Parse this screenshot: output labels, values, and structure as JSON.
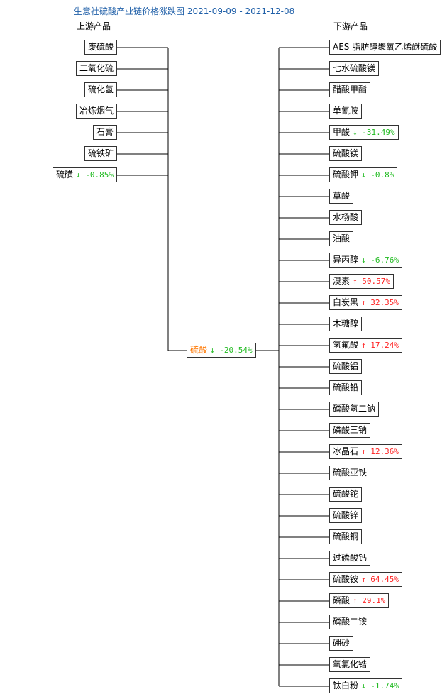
{
  "title": "生意社硫酸产业链价格涨跌图 2021-09-09 - 2021-12-08",
  "upstream_header": "上游产品",
  "downstream_header": "下游产品",
  "center": {
    "name": "硫酸",
    "dir": "down",
    "arrow": "↓",
    "change": "-20.54%"
  },
  "upstream": [
    {
      "name": "废硫酸"
    },
    {
      "name": "二氧化硫"
    },
    {
      "name": "硫化氢"
    },
    {
      "name": "冶炼烟气"
    },
    {
      "name": "石膏"
    },
    {
      "name": "硫铁矿"
    },
    {
      "name": "硫磺",
      "dir": "down",
      "arrow": "↓",
      "change": "-0.85%"
    }
  ],
  "downstream": [
    {
      "name": "AES 脂肪醇聚氧乙烯醚硫酸"
    },
    {
      "name": "七水硫酸镁"
    },
    {
      "name": "醋酸甲酯"
    },
    {
      "name": "单氰胺"
    },
    {
      "name": "甲酸",
      "dir": "down",
      "arrow": "↓",
      "change": "-31.49%"
    },
    {
      "name": "硫酸镁"
    },
    {
      "name": "硫酸钾",
      "dir": "down",
      "arrow": "↓",
      "change": "-0.8%"
    },
    {
      "name": "草酸"
    },
    {
      "name": "水杨酸"
    },
    {
      "name": "油酸"
    },
    {
      "name": "异丙醇",
      "dir": "down",
      "arrow": "↓",
      "change": "-6.76%"
    },
    {
      "name": "溴素",
      "dir": "up",
      "arrow": "↑",
      "change": "50.57%"
    },
    {
      "name": "白炭黑",
      "dir": "up",
      "arrow": "↑",
      "change": "32.35%"
    },
    {
      "name": "木糖醇"
    },
    {
      "name": "氢氟酸",
      "dir": "up",
      "arrow": "↑",
      "change": "17.24%"
    },
    {
      "name": "硫酸铝"
    },
    {
      "name": "硫酸铅"
    },
    {
      "name": "磷酸氢二钠"
    },
    {
      "name": "磷酸三钠"
    },
    {
      "name": "冰晶石",
      "dir": "up",
      "arrow": "↑",
      "change": "12.36%"
    },
    {
      "name": "硫酸亚铁"
    },
    {
      "name": "硫酸铊"
    },
    {
      "name": "硫酸锌"
    },
    {
      "name": "硫酸铜"
    },
    {
      "name": "过磷酸钙"
    },
    {
      "name": "硫酸铵",
      "dir": "up",
      "arrow": "↑",
      "change": "64.45%"
    },
    {
      "name": "磷酸",
      "dir": "up",
      "arrow": "↑",
      "change": "29.1%"
    },
    {
      "name": "磷酸二铵"
    },
    {
      "name": "硼砂"
    },
    {
      "name": "氧氯化锆"
    },
    {
      "name": "钛白粉",
      "dir": "down",
      "arrow": "↓",
      "change": "-1.74%"
    }
  ],
  "colors": {
    "title": "#1f5fa8",
    "up": "#ff2222",
    "down": "#22bb22",
    "center_name": "#ff7700",
    "line": "#000000"
  }
}
